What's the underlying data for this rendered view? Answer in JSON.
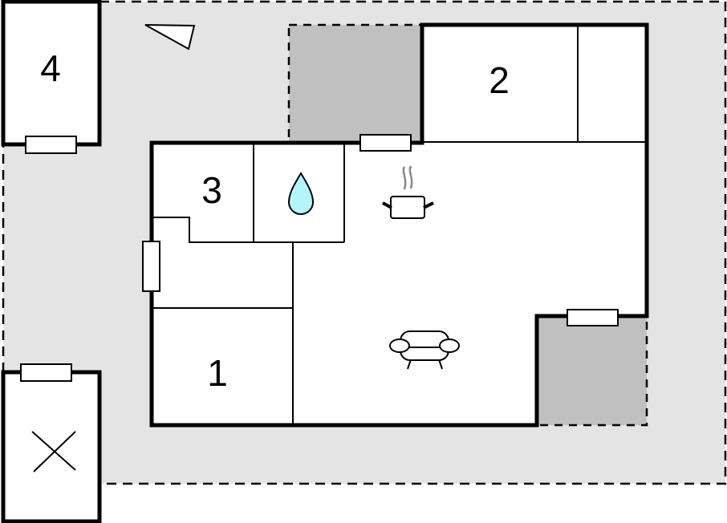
{
  "colors": {
    "terrace": "#e4e4e4",
    "covered_terrace": "#c0c0c0",
    "room_fill": "#ffffff",
    "wall": "#000000",
    "water_drop": "#b3f5fb",
    "steam": "#808080"
  },
  "rooms": [
    {
      "id": "room-1",
      "label": "1"
    },
    {
      "id": "room-2",
      "label": "2"
    },
    {
      "id": "room-3",
      "label": "3"
    },
    {
      "id": "room-4",
      "label": "4"
    }
  ],
  "icons": {
    "north_arrow": "compass-triangle-icon",
    "bathroom": "water-drop-icon",
    "kitchen": "cooking-pot-icon",
    "living": "sofa-icon",
    "storage": "cross-icon"
  }
}
